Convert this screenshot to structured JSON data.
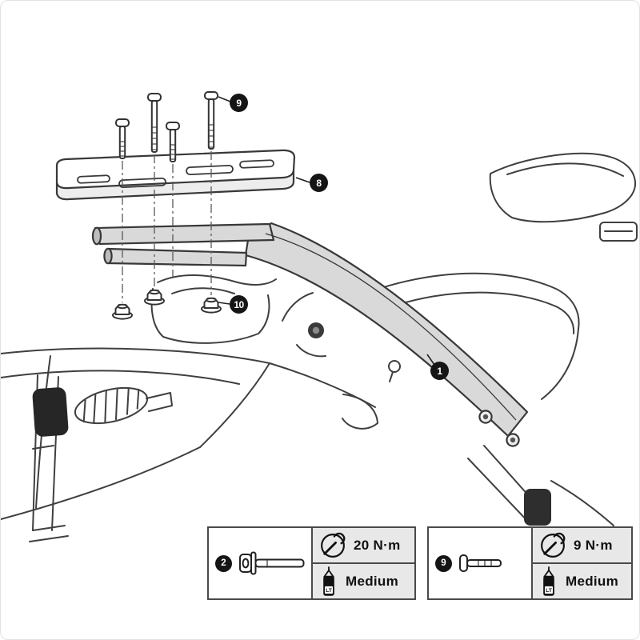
{
  "figure_callouts": {
    "rack_frame": "1",
    "adapter_plate": "8",
    "mounting_screw": "9",
    "flange_nut": "10"
  },
  "spec_boxes": [
    {
      "callout": "2",
      "fastener_icon": "socket-head-bolt-icon",
      "torque_icon": "torque-wrench-icon",
      "torque": "20 N·m",
      "threadlock_icon": "threadlock-bottle-icon",
      "threadlock_label": "LT",
      "threadlock_strength": "Medium"
    },
    {
      "callout": "9",
      "fastener_icon": "pan-head-screw-icon",
      "torque_icon": "torque-wrench-icon",
      "torque": "9 N·m",
      "threadlock_icon": "threadlock-bottle-icon",
      "threadlock_label": "LT",
      "threadlock_strength": "Medium"
    }
  ],
  "colors": {
    "line": "#3a3a3a",
    "rack_fill": "#d9d9d9",
    "spec_background": "#e8e8e8",
    "callout_background": "#151515"
  }
}
